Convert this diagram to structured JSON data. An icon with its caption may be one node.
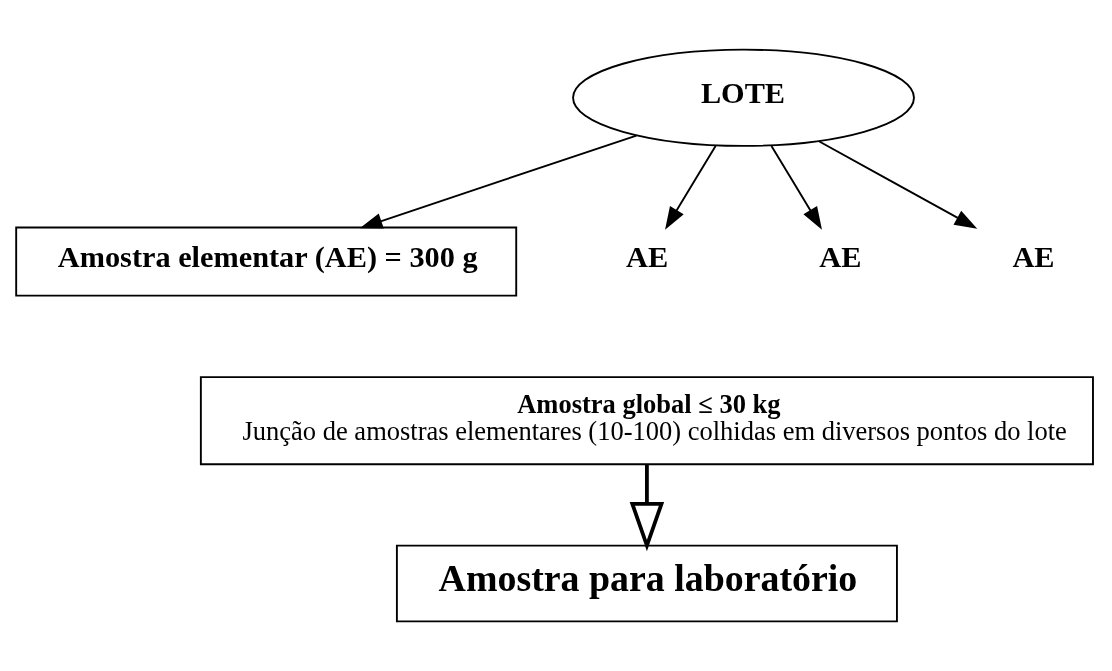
{
  "diagram": {
    "nodes": [
      {
        "text": [
          "LOTE"
        ]
      },
      {
        "text": [
          "Amostra elementar (AE) = 300 g"
        ]
      },
      {
        "text": [
          "AE"
        ]
      },
      {
        "text": [
          "AE"
        ]
      },
      {
        "text": [
          "AE"
        ]
      },
      {
        "text": [
          "Amostra global ≤ 30 kg",
          "Junção de amostras elementares (10-100) colhidas em diversos pontos do lote"
        ]
      },
      {
        "text": [
          "Amostra para laboratório"
        ]
      }
    ],
    "edges": [
      {
        "from": 0,
        "to": 1,
        "arrow": "to"
      },
      {
        "from": 0,
        "to": 2,
        "arrow": "to"
      },
      {
        "from": 0,
        "to": 3,
        "arrow": "to"
      },
      {
        "from": 0,
        "to": 4,
        "arrow": "to"
      },
      {
        "from": 5,
        "to": 6,
        "arrow": "to",
        "style": "thick"
      }
    ]
  }
}
